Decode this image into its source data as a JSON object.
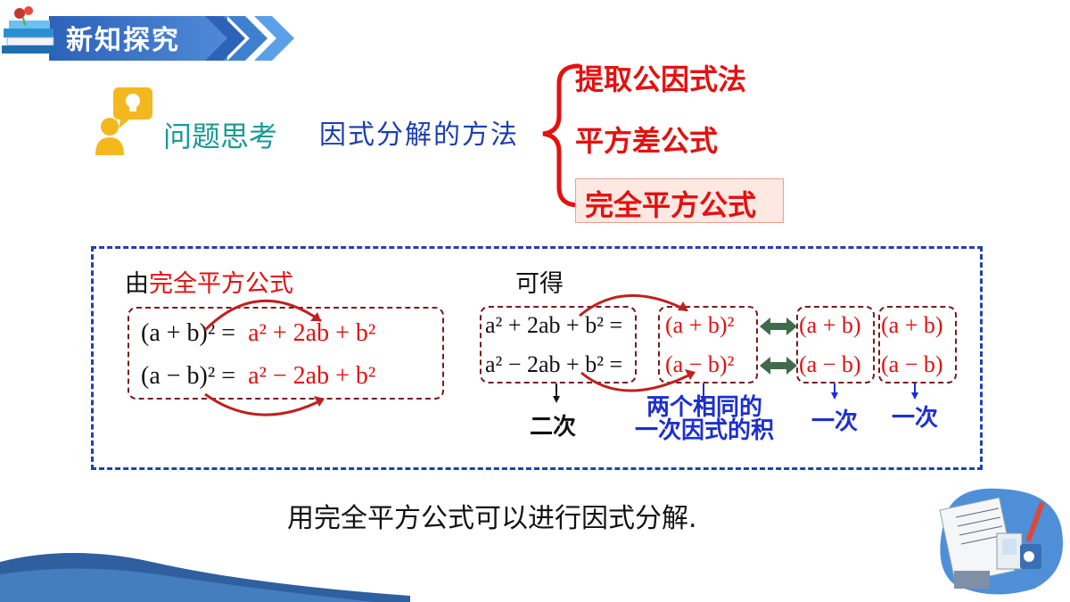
{
  "header": {
    "title": "新知探究"
  },
  "question": {
    "label": "问题思考",
    "topic": "因式分解的方法"
  },
  "methods": [
    {
      "label": "提取公因式法"
    },
    {
      "label": "平方差公式"
    },
    {
      "label": "完全平方公式"
    }
  ],
  "box": {
    "left_prefix": "由",
    "left_highlight": "完全平方公式",
    "right_label": "可得",
    "left_eq1_lhs": "(a + b)² =",
    "left_eq1_rhs": "a² + 2ab + b²",
    "left_eq2_lhs": "(a − b)² =",
    "left_eq2_rhs": "a² − 2ab + b²",
    "right_eq1_lhs": "a² + 2ab + b² =",
    "right_eq1_sq": "(a + b)²",
    "right_eq1_f1": "(a + b)",
    "right_eq1_f2": "(a + b)",
    "right_eq2_lhs": "a² − 2ab + b² =",
    "right_eq2_sq": "(a − b)²",
    "right_eq2_f1": "(a − b)",
    "right_eq2_f2": "(a − b)",
    "note_second_degree": "二次",
    "note_product_line1": "两个相同的",
    "note_product_line2": "一次因式的积",
    "note_first_degree_1": "一次",
    "note_first_degree_2": "一次"
  },
  "conclusion": "用完全平方公式可以进行因式分解."
}
